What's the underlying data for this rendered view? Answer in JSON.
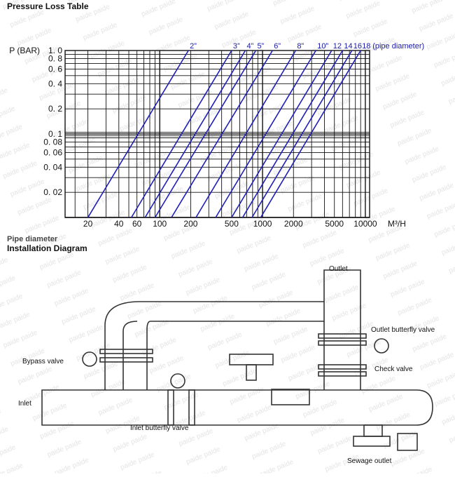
{
  "page_title": "Pressure Loss Table",
  "cut_text": "Pipe diameter",
  "installation": {
    "title": "Installation Diagram",
    "labels": {
      "outlet": "Outlet",
      "outlet_butterfly": "Outlet butterfly valve",
      "check_valve": "Check valve",
      "bypass_valve": "Bypass valve",
      "inlet": "Inlet",
      "inlet_butterfly": "Inlet butterfly valve",
      "sewage_outlet": "Sewage outlet"
    }
  },
  "colors": {
    "grid": "#111111",
    "pipe_line": "#1f1fb5",
    "drawing": "#333333"
  },
  "chart_data": {
    "type": "line",
    "xscale": "log",
    "yscale": "log",
    "xlim": [
      12,
      11000
    ],
    "ylim": [
      0.01,
      1.0
    ],
    "ylabel": "P (BAR)",
    "xunit": "M³/H",
    "pipe_label_suffix": "(pipe diameter)",
    "y_ticks": [
      {
        "value": 1.0,
        "label": "1. 0"
      },
      {
        "value": 0.8,
        "label": "0. 8"
      },
      {
        "value": 0.6,
        "label": "0. 6"
      },
      {
        "value": 0.4,
        "label": "0. 4"
      },
      {
        "value": 0.2,
        "label": "0. 2"
      },
      {
        "value": 0.1,
        "label": "0. 1"
      },
      {
        "value": 0.08,
        "label": "0. 08"
      },
      {
        "value": 0.06,
        "label": "0. 06"
      },
      {
        "value": 0.04,
        "label": "0. 04"
      },
      {
        "value": 0.02,
        "label": "0. 02"
      }
    ],
    "x_ticks": [
      {
        "value": 20,
        "label": "20"
      },
      {
        "value": 40,
        "label": "40"
      },
      {
        "value": 60,
        "label": "60"
      },
      {
        "value": 100,
        "label": "100"
      },
      {
        "value": 200,
        "label": "200"
      },
      {
        "value": 500,
        "label": "500"
      },
      {
        "value": 1000,
        "label": "1000"
      },
      {
        "value": 2000,
        "label": "2000"
      },
      {
        "value": 5000,
        "label": "5000"
      },
      {
        "value": 10000,
        "label": "10000"
      }
    ],
    "series": [
      {
        "name": "2”",
        "flow_at_1bar": 190,
        "flow_at_001bar": 20
      },
      {
        "name": "3”",
        "flow_at_1bar": 500,
        "flow_at_001bar": 53
      },
      {
        "name": "4”",
        "flow_at_1bar": 680,
        "flow_at_001bar": 72
      },
      {
        "name": "5”",
        "flow_at_1bar": 860,
        "flow_at_001bar": 90
      },
      {
        "name": "6”",
        "flow_at_1bar": 1250,
        "flow_at_001bar": 130
      },
      {
        "name": "8”",
        "flow_at_1bar": 2100,
        "flow_at_001bar": 225
      },
      {
        "name": "10”",
        "flow_at_1bar": 3300,
        "flow_at_001bar": 350
      },
      {
        "name": "12",
        "flow_at_1bar": 4700,
        "flow_at_001bar": 500
      },
      {
        "name": "14",
        "flow_at_1bar": 6000,
        "flow_at_001bar": 640
      },
      {
        "name": "16",
        "flow_at_1bar": 7400,
        "flow_at_001bar": 790
      },
      {
        "name": "18",
        "flow_at_1bar": 9000,
        "flow_at_001bar": 960
      }
    ]
  }
}
